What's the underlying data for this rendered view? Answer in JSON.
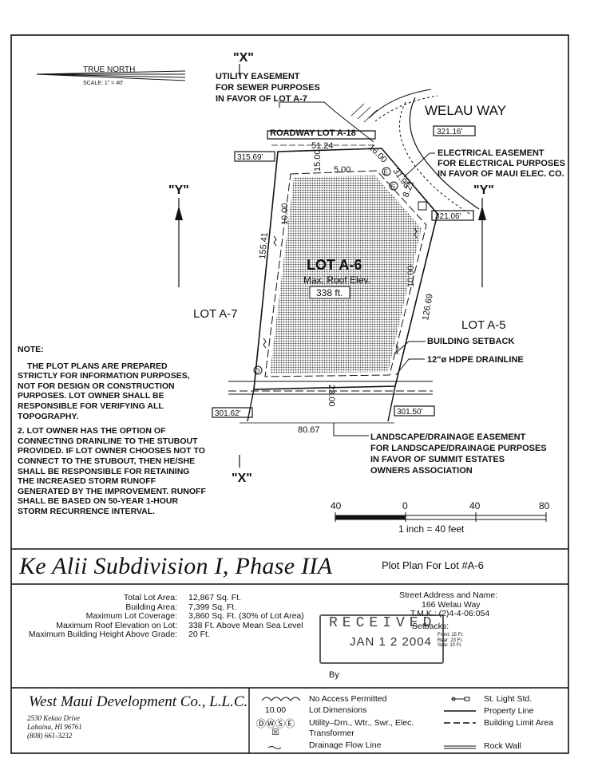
{
  "map": {
    "true_north": "TRUE NORTH",
    "scale": "SCALE: 1\" = 40'",
    "section_mark": "\"X\"",
    "section_mark_y": "\"Y\"",
    "utility_easement": [
      "UTILITY EASEMENT",
      "FOR SEWER PURPOSES",
      "IN FAVOR OF LOT A-7"
    ],
    "street": "WELAU WAY",
    "roadway_lot": "ROADWAY LOT A-18",
    "dim_51_24": "51.24",
    "dim_16_00": "16.00",
    "dim_15_00": "15.00",
    "dim_5_00": "5.00",
    "dim_31_96": "31.96",
    "dim_8_21": "8.21",
    "elev_321_16": "321.16'",
    "elev_315_69": "315.69'",
    "elev_321_06": "321.06'",
    "elev_301_62": "301.62'",
    "elev_301_50": "301.50'",
    "electrical_easement": [
      "ELECTRICAL EASEMENT",
      "FOR ELECTRICAL PURPOSES",
      "IN FAVOR OF MAUI ELEC. CO."
    ],
    "dim_10_left": "10.00",
    "dim_155_41": "155.41",
    "lot_name": "LOT A-6",
    "max_roof": "Max. Roof Elev.",
    "roof_value": "338 ft.",
    "dim_10_right": "10.00",
    "dim_126_69": "126.69",
    "lot_a7": "LOT A-7",
    "lot_a5": "LOT A-5",
    "building_setback": "BUILDING SETBACK",
    "drainline": "12\"ø HDPE DRAINLINE",
    "dim_23_00": "23.00",
    "dim_80_67": "80.67",
    "landscape_easement": [
      "LANDSCAPE/DRAINAGE EASEMENT",
      "FOR LANDSCAPE/DRAINAGE PURPOSES",
      "IN FAVOR OF SUMMIT ESTATES",
      "OWNERS ASSOCIATION"
    ],
    "scale_ticks": [
      "40",
      "0",
      "40",
      "80"
    ],
    "scale_label": "1 inch = 40 feet",
    "sym_e": "E",
    "sym_s": "S",
    "sym_d": "D"
  },
  "note": {
    "heading": "NOTE:",
    "p1": "THE PLOT PLANS ARE PREPARED STRICTLY FOR INFORMATION PURPOSES, NOT FOR DESIGN OR CONSTRUCTION PURPOSES.  LOT OWNER SHALL BE RESPONSIBLE FOR VERIFYING ALL TOPOGRAPHY.",
    "p2": "2.  LOT OWNER HAS THE OPTION OF CONNECTING DRAINLINE TO THE STUBOUT PROVIDED.  IF LOT OWNER CHOOSES NOT TO CONNECT TO THE STUBOUT, THEN HE/SHE SHALL BE RESPONSIBLE FOR RETAINING THE INCREASED STORM RUNOFF GENERATED BY THE IMPROVEMENT.  RUNOFF SHALL BE BASED ON 50-YEAR 1-HOUR STORM RECURRENCE INTERVAL."
  },
  "title_block": {
    "subdivision": "Ke Alii Subdivision I, Phase IIA",
    "plot_plan_for": "Plot Plan For Lot #A-6",
    "facts": [
      {
        "label": "Total Lot Area:",
        "value": "12,867 Sq. Ft."
      },
      {
        "label": "Building Area:",
        "value": "7,399 Sq. Ft."
      },
      {
        "label": "Maximum Lot Coverage:",
        "value": "3,860 Sq. Ft. (30% of Lot Area)"
      },
      {
        "label": "Maximum Roof Elevation on Lot:",
        "value": "338 Ft. Above Mean Sea Level"
      },
      {
        "label": "Maximum Building Height Above Grade:",
        "value": "20 Ft."
      }
    ],
    "address_label": "Street Address and Name:",
    "address": "166 Welau Way",
    "tmk": "T.M.K.: (2)4-4-06:054",
    "setbacks_label": "Setbacks:",
    "setbacks": [
      "Front: 15 Ft.",
      "Rear: 23 Ft.",
      "Side: 10 Ft."
    ],
    "stamp_word": "RECEIVED",
    "stamp_date": "JAN 1 2 2004",
    "stamp_by": "By"
  },
  "company": {
    "name": "West Maui Development Co., L.L.C.",
    "address1": "2530 Kekaa Drive",
    "address2": "Lahaina, HI 96761",
    "phone": "(808) 661-3232"
  },
  "legend": {
    "no_access": "No Access Permitted",
    "lot_dim_sample": "10.00",
    "lot_dimensions": "Lot Dimensions",
    "utility_symbols": "ⒹⓌⓈⒺ",
    "utility": "Utility–Drn., Wtr., Swr., Elec.",
    "transformer_sym": "☒",
    "transformer": "Transformer",
    "drainage": "Drainage Flow Line",
    "street_light": "St. Light Std.",
    "property_line": "Property Line",
    "building_limit": "Building Limit Area",
    "rock_wall": "Rock Wall"
  }
}
